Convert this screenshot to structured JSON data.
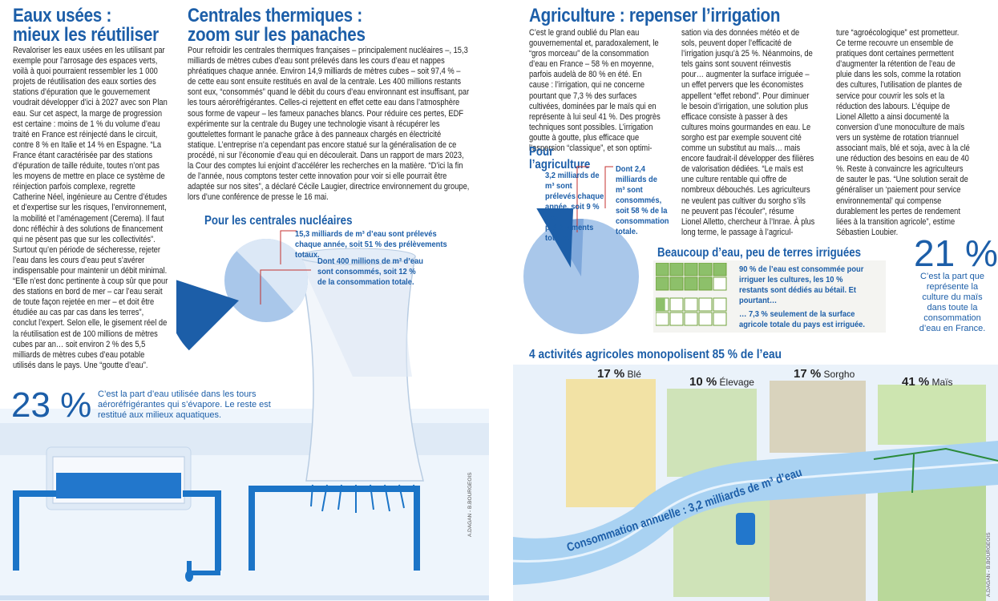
{
  "left": {
    "title_line1": "Eaux usées :",
    "title_line2": "mieux les réutiliser",
    "body": "Revaloriser les eaux usées en les utilisant par exemple pour l’arrosage des espaces verts, voilà à quoi pourraient ressembler les 1 000 projets de réutilisation des eaux sorties des stations d’épuration que le gouvernement voudrait développer d’ici à 2027 avec son Plan eau. Sur cet aspect, la marge de progression est certaine : moins de 1 % du volume d’eau traité en France est réinjecté dans le circuit, contre 8 % en Italie et 14 % en Espagne. “La France étant caractérisée par des stations d’épuration de taille réduite, toutes n’ont pas les moyens de mettre en place ce système de réinjection parfois complexe, regrette Catherine Néel, ingénieure au Centre d’études et d’expertise sur les risques, l’environnement, la mobilité et l’aménagement (Cerema). Il faut donc réfléchir à des solutions de financement qui ne pèsent pas que sur les collectivités”. Surtout qu’en période de sécheresse, rejeter l’eau dans les cours d’eau peut s’avérer indispensable pour maintenir un débit minimal. “Elle n’est donc pertinente à coup sûr que pour des stations en bord de mer – car l’eau serait de toute façon rejetée en mer – et doit être étudiée au cas par cas dans les terres”, conclut l’expert. Selon elle, le gisement réel de la réutilisation est de 100 millions de mètres cubes par an… soit environ 2 % des 5,5 milliards de mètres cubes d’eau potable utilisés dans le pays. Une “goutte d’eau”.",
    "stat_value": "23 %",
    "stat_caption": "C’est la part d’eau utilisée dans les tours aéroréfrigérantes qui s’évapore. Le reste est restitué aux milieux aquatiques."
  },
  "middle": {
    "title_line1": "Centrales thermiques :",
    "title_line2": "zoom sur les panaches",
    "body": "Pour refroidir les centrales thermiques françaises – principalement nucléaires –, 15,3 milliards de mètres cubes d’eau sont prélevés dans les cours d’eau et nappes phréatiques chaque année. Environ 14,9 milliards de mètres cubes – soit 97,4 % – de cette eau sont ensuite restitués en aval de la centrale. Les 400 millions restants sont eux, “consommés” quand le débit du cours d’eau environnant est insuffisant, par les tours aéroréfrigérantes. Celles-ci rejettent en effet cette eau dans l’atmosphère sous forme de vapeur – les fameux panaches blancs. Pour réduire ces pertes, EDF expérimente sur la centrale du Bugey une technologie visant à récupérer les gouttelettes formant le panache grâce à des panneaux chargés en électricité statique. L’entreprise n’a cependant pas encore statué sur la généralisation de ce procédé, ni sur l’économie d’eau qui en découlerait. Dans un rapport de mars 2023, la Cour des comptes lui enjoint d’accélérer les recherches en la matière. “D’ici la fin de l’année, nous comptons tester cette innovation pour voir si elle pourrait être adaptée sur nos sites”, a déclaré Cécile Laugier, directrice environnement du groupe, lors d’une conférence de presse le 16 mai.",
    "chart_title": "Pour les centrales nucléaires",
    "callout1": "15,3 milliards de m³ d’eau sont prélevés chaque année, soit 51 % des prélèvements totaux.",
    "callout2": "Dont 400 millions de m³ d’eau sont consommés, soit 12 % de la consommation totale.",
    "credit": "A.DAGAN - B.BOURGEOIS"
  },
  "right": {
    "title": "Agriculture : repenser l’irrigation",
    "col1": "C’est le grand oublié du Plan eau gouvernemental et, paradoxalement, le “gros morceau” de la consommation d’eau en France – 58 % en moyenne, parfois audelà de 80 % en été. En cause : l’irrigation, qui ne concerne pourtant que 7,3 % des surfaces cultivées, dominées par le maïs qui en représente à lui seul 41 %. Des progrès techniques sont possibles. L’irrigation goutte à goutte, plus efficace que l’aspersion “classique”, et son optimi-",
    "col2": "sation via des données météo et de sols, peuvent doper l’efficacité de l’irrigation jusqu’à 25 %. Néanmoins, de tels gains sont souvent réinvestis pour… augmenter la surface irriguée – un effet pervers que les économistes appellent “effet rebond”. Pour diminuer le besoin d’irrigation, une solution plus efficace consiste à passer à des cultures moins gourmandes en eau. Le sorgho est par exemple souvent cité comme un substitut au maïs… mais encore faudrait-il développer des filières de valorisation dédiées. “Le maïs est une culture rentable qui offre de nombreux débouchés. Les agriculteurs ne veulent pas cultiver du sorgho s’ils ne peuvent pas l’écouler”, résume Lionel Alletto, chercheur à l’Inrae. À plus long terme, le passage à l’agricul-",
    "col3": "ture “agroécologique” est prometteur. Ce terme recouvre un ensemble de pratiques dont certaines permettent d’augmenter la rétention de l’eau de pluie dans les sols, comme la rotation des cultures, l’utilisation de plantes de service pour couvrir les sols et la réduction des labours. L’équipe de Lionel Alletto a ainsi documenté la conversion d’une monoculture de maïs vers un système de rotation triannuel associant maïs, blé et soja, avec à la clé une réduction des besoins en eau de 40 %. Reste à convaincre les agriculteurs de sauter le pas. “Une solution serait de généraliser un ‘paiement pour service environnemental’ qui compense durablement les pertes de rendement liées à la transition agricole”, estime Sébastien Loubier.",
    "chart_title_line1": "Pour",
    "chart_title_line2": "l’agriculture",
    "callout1": "3,2 milliards de m³ sont prélevés chaque année, soit 9 % des prélèvements totaux.",
    "callout2": "Dont 2,4 milliards de m³ sont consommés, soit 58 % de la consommation totale.",
    "irrigation_title": "Beaucoup d’eau, peu de terres irriguées",
    "irrigation_text1": "90 % de l’eau est consommée pour irriguer les cultures, les 10 % restants sont dédiés au bétail. Et pourtant…",
    "irrigation_text2": "… 7,3 % seulement de la surface agricole totale du pays est irriguée.",
    "stat_value": "21 %",
    "stat_caption": "C’est la part que représente la culture du maïs dans toute la consommation d’eau en France.",
    "crops_title": "4 activités agricoles monopolisent 85 % de l’eau",
    "crops": [
      {
        "pct": "17 %",
        "name": "Blé"
      },
      {
        "pct": "10 %",
        "name": "Élevage"
      },
      {
        "pct": "17 %",
        "name": "Sorgho"
      },
      {
        "pct": "41 %",
        "name": "Maïs"
      }
    ],
    "river_label": "Consommation annuelle : 3,2 milliards de m³ d’eau",
    "credit": "A.DAGAN - B.BOURGEOIS"
  },
  "colors": {
    "accent": "#1c5ea8",
    "light_blue": "#a9c7ea",
    "mid_blue": "#7fa8db",
    "pale_bg": "#e8f1fa",
    "green": "#6fa23a"
  }
}
